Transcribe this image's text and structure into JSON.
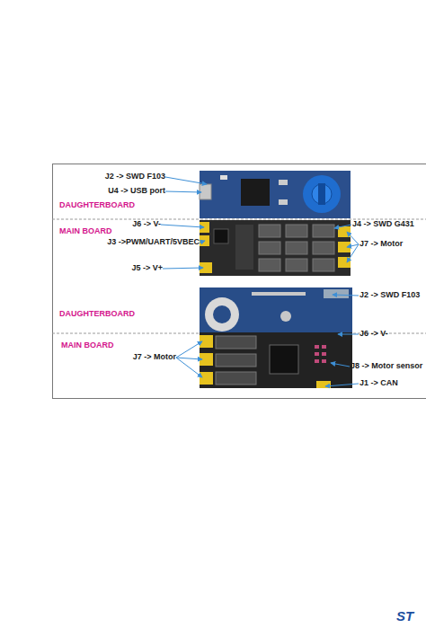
{
  "diagram": {
    "labels": [
      "J2 -> SWD F103",
      "U4 -> USB port",
      "DAUGHTERBOARD",
      "J6 -> V-",
      "J4 -> SWD  G431",
      "MAIN BOARD",
      "J3 ->PWM/UART/5VBEC",
      "J7 -> Motor",
      "J5 -> V+",
      "J2 -> SWD F103",
      "DAUGHTERBOARD",
      "J6 -> V-",
      "MAIN BOARD",
      "J7 -> Motor",
      "J8 -> Motor sensor",
      "J1 -> CAN",
      "ST"
    ]
  }
}
